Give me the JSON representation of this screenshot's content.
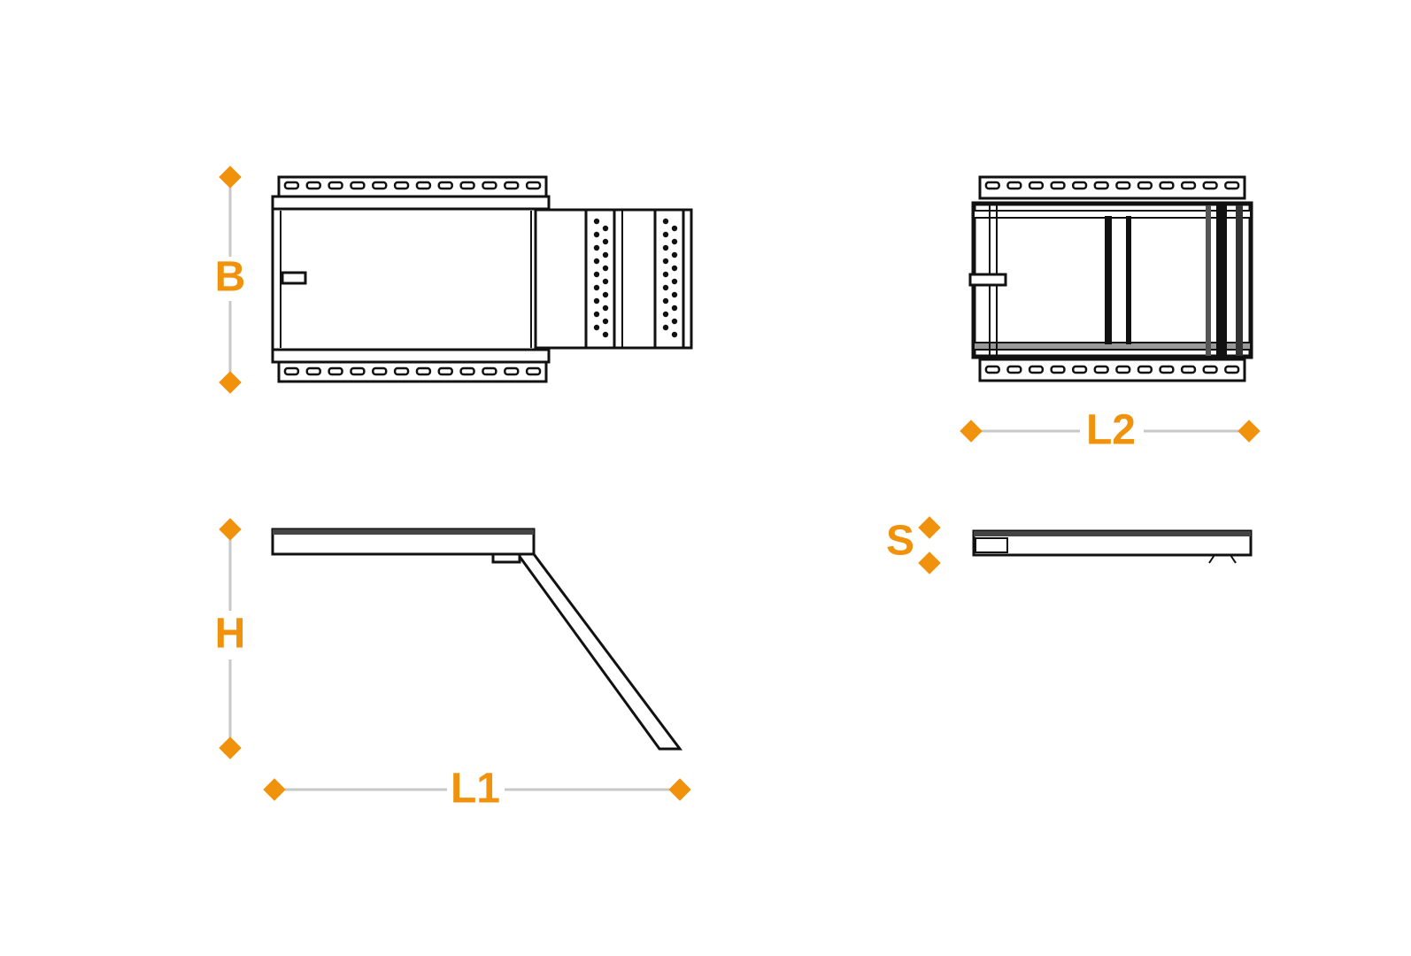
{
  "labels": {
    "width": "B",
    "length_extended": "L1",
    "length_closed": "L2",
    "height": "H",
    "thickness": "S"
  },
  "colors": {
    "accent": "#f0920c",
    "line": "#111111",
    "dimension_line": "#c8c8c8"
  }
}
